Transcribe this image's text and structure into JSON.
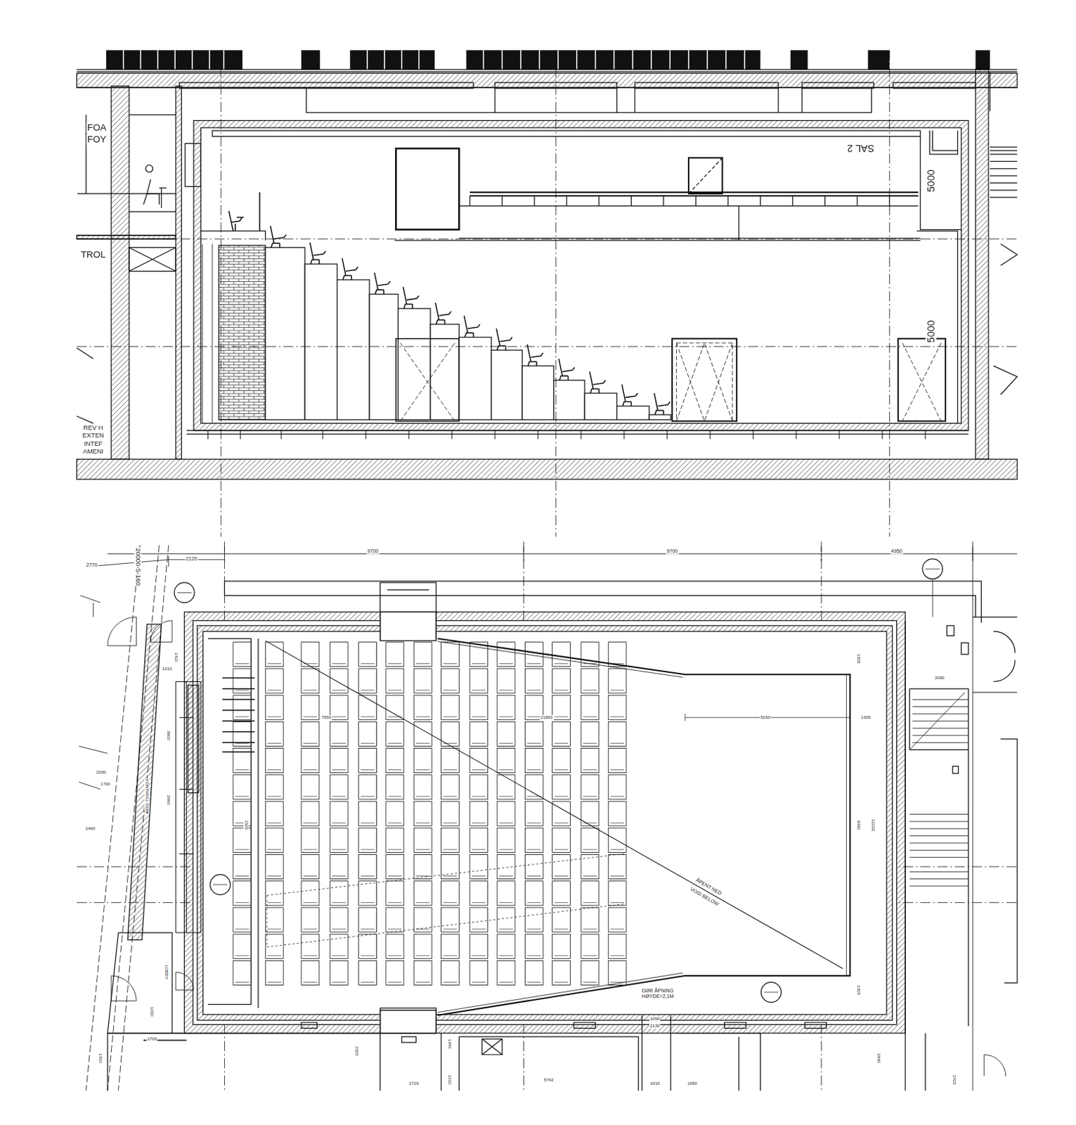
{
  "diagram": {
    "labels": [
      "SAL 2",
      "5000",
      "5000",
      "FOA",
      "FOY",
      "TROL",
      "REV H",
      "EXTEN",
      "INTEF",
      "AMENI",
      "9700",
      "9700",
      "4950",
      "2120",
      "2770",
      "20000-S-160",
      "7850",
      "21800",
      "5160",
      "1305",
      "1305",
      "12103",
      "9490",
      "1305",
      "2000",
      "ÅPENT NED",
      "VOID BELOW",
      "DØR ÅPNING",
      "HØYDE=2,1M",
      "1050",
      "2130",
      "1010",
      "1050",
      "2720",
      "5742",
      "2322",
      "2840",
      "2415",
      "1500",
      "3600",
      "2660",
      "2460",
      "2200",
      "1700",
      "1410",
      "1010",
      "LOBBY",
      "KONTROLL ROM",
      "1000",
      "1310",
      "1700",
      "1340",
      "1010"
    ]
  }
}
